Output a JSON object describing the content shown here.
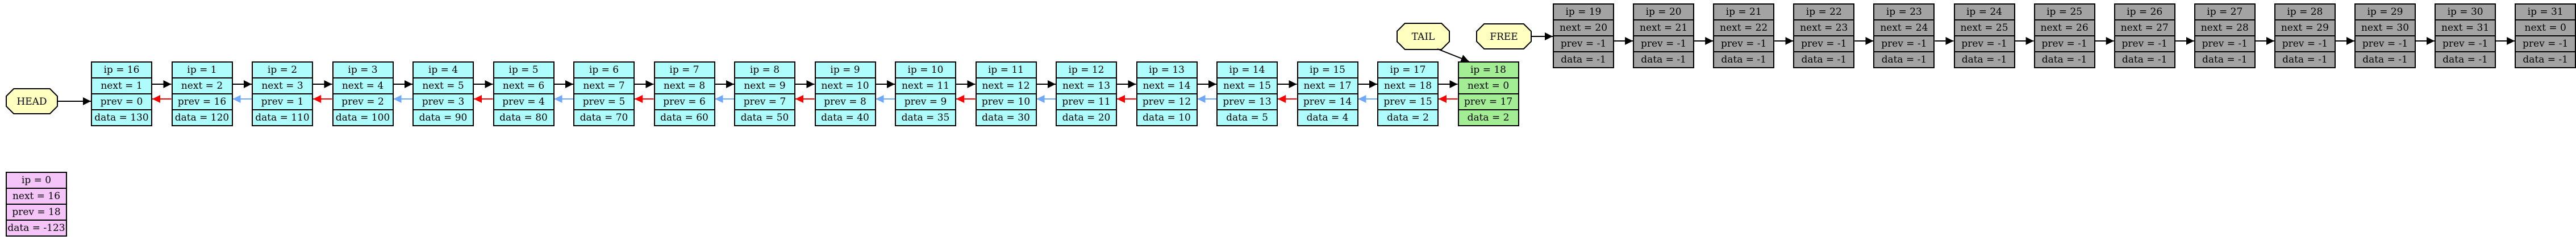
{
  "labels": {
    "head": "HEAD",
    "tail": "TAIL",
    "free": "FREE"
  },
  "colors": {
    "cyan_fill": "#aefcfc",
    "green_fill": "#a3ee94",
    "grey_fill": "#a3a3a3",
    "pink_fill": "#f5c4f8",
    "label_fill": "#ffffc0",
    "next_edge": "#000000",
    "prev_edge_red": "#ff0000",
    "prev_edge_blue": "#6fa8ff"
  },
  "nodes": [
    {
      "id": 16,
      "fill": "cyan",
      "cells": [
        "ip = 16",
        "next = 1",
        "prev = 0",
        "data = 130"
      ]
    },
    {
      "id": 1,
      "fill": "cyan",
      "cells": [
        "ip = 1",
        "next = 2",
        "prev = 16",
        "data = 120"
      ]
    },
    {
      "id": 2,
      "fill": "cyan",
      "cells": [
        "ip = 2",
        "next = 3",
        "prev = 1",
        "data = 110"
      ]
    },
    {
      "id": 3,
      "fill": "cyan",
      "cells": [
        "ip = 3",
        "next = 4",
        "prev = 2",
        "data = 100"
      ]
    },
    {
      "id": 4,
      "fill": "cyan",
      "cells": [
        "ip = 4",
        "next = 5",
        "prev = 3",
        "data = 90"
      ]
    },
    {
      "id": 5,
      "fill": "cyan",
      "cells": [
        "ip = 5",
        "next = 6",
        "prev = 4",
        "data = 80"
      ]
    },
    {
      "id": 6,
      "fill": "cyan",
      "cells": [
        "ip = 6",
        "next = 7",
        "prev = 5",
        "data = 70"
      ]
    },
    {
      "id": 7,
      "fill": "cyan",
      "cells": [
        "ip = 7",
        "next = 8",
        "prev = 6",
        "data = 60"
      ]
    },
    {
      "id": 8,
      "fill": "cyan",
      "cells": [
        "ip = 8",
        "next = 9",
        "prev = 7",
        "data = 50"
      ]
    },
    {
      "id": 9,
      "fill": "cyan",
      "cells": [
        "ip = 9",
        "next = 10",
        "prev = 8",
        "data = 40"
      ]
    },
    {
      "id": 10,
      "fill": "cyan",
      "cells": [
        "ip = 10",
        "next = 11",
        "prev = 9",
        "data = 35"
      ]
    },
    {
      "id": 11,
      "fill": "cyan",
      "cells": [
        "ip = 11",
        "next = 12",
        "prev = 10",
        "data = 30"
      ]
    },
    {
      "id": 12,
      "fill": "cyan",
      "cells": [
        "ip = 12",
        "next = 13",
        "prev = 11",
        "data = 20"
      ]
    },
    {
      "id": 13,
      "fill": "cyan",
      "cells": [
        "ip = 13",
        "next = 14",
        "prev = 12",
        "data = 10"
      ]
    },
    {
      "id": 14,
      "fill": "cyan",
      "cells": [
        "ip = 14",
        "next = 15",
        "prev = 13",
        "data = 5"
      ]
    },
    {
      "id": 15,
      "fill": "cyan",
      "cells": [
        "ip = 15",
        "next = 17",
        "prev = 14",
        "data = 4"
      ]
    },
    {
      "id": 17,
      "fill": "cyan",
      "cells": [
        "ip = 17",
        "next = 18",
        "prev = 15",
        "data = 2"
      ]
    },
    {
      "id": 18,
      "fill": "green",
      "cells": [
        "ip = 18",
        "next = 0",
        "prev = 17",
        "data = 2"
      ]
    },
    {
      "id": 19,
      "fill": "grey",
      "cells": [
        "ip = 19",
        "next = 20",
        "prev = -1",
        "data = -1"
      ]
    },
    {
      "id": 20,
      "fill": "grey",
      "cells": [
        "ip = 20",
        "next = 21",
        "prev = -1",
        "data = -1"
      ]
    },
    {
      "id": 21,
      "fill": "grey",
      "cells": [
        "ip = 21",
        "next = 22",
        "prev = -1",
        "data = -1"
      ]
    },
    {
      "id": 22,
      "fill": "grey",
      "cells": [
        "ip = 22",
        "next = 23",
        "prev = -1",
        "data = -1"
      ]
    },
    {
      "id": 23,
      "fill": "grey",
      "cells": [
        "ip = 23",
        "next = 24",
        "prev = -1",
        "data = -1"
      ]
    },
    {
      "id": 24,
      "fill": "grey",
      "cells": [
        "ip = 24",
        "next = 25",
        "prev = -1",
        "data = -1"
      ]
    },
    {
      "id": 25,
      "fill": "grey",
      "cells": [
        "ip = 25",
        "next = 26",
        "prev = -1",
        "data = -1"
      ]
    },
    {
      "id": 26,
      "fill": "grey",
      "cells": [
        "ip = 26",
        "next = 27",
        "prev = -1",
        "data = -1"
      ]
    },
    {
      "id": 27,
      "fill": "grey",
      "cells": [
        "ip = 27",
        "next = 28",
        "prev = -1",
        "data = -1"
      ]
    },
    {
      "id": 28,
      "fill": "grey",
      "cells": [
        "ip = 28",
        "next = 29",
        "prev = -1",
        "data = -1"
      ]
    },
    {
      "id": 29,
      "fill": "grey",
      "cells": [
        "ip = 29",
        "next = 30",
        "prev = -1",
        "data = -1"
      ]
    },
    {
      "id": 30,
      "fill": "grey",
      "cells": [
        "ip = 30",
        "next = 31",
        "prev = -1",
        "data = -1"
      ]
    },
    {
      "id": 31,
      "fill": "grey",
      "cells": [
        "ip = 31",
        "next = 0",
        "prev = -1",
        "data = -1"
      ]
    },
    {
      "id": 0,
      "fill": "pink",
      "cells": [
        "ip = 0",
        "next = 16",
        "prev = 18",
        "data = -123"
      ]
    }
  ]
}
